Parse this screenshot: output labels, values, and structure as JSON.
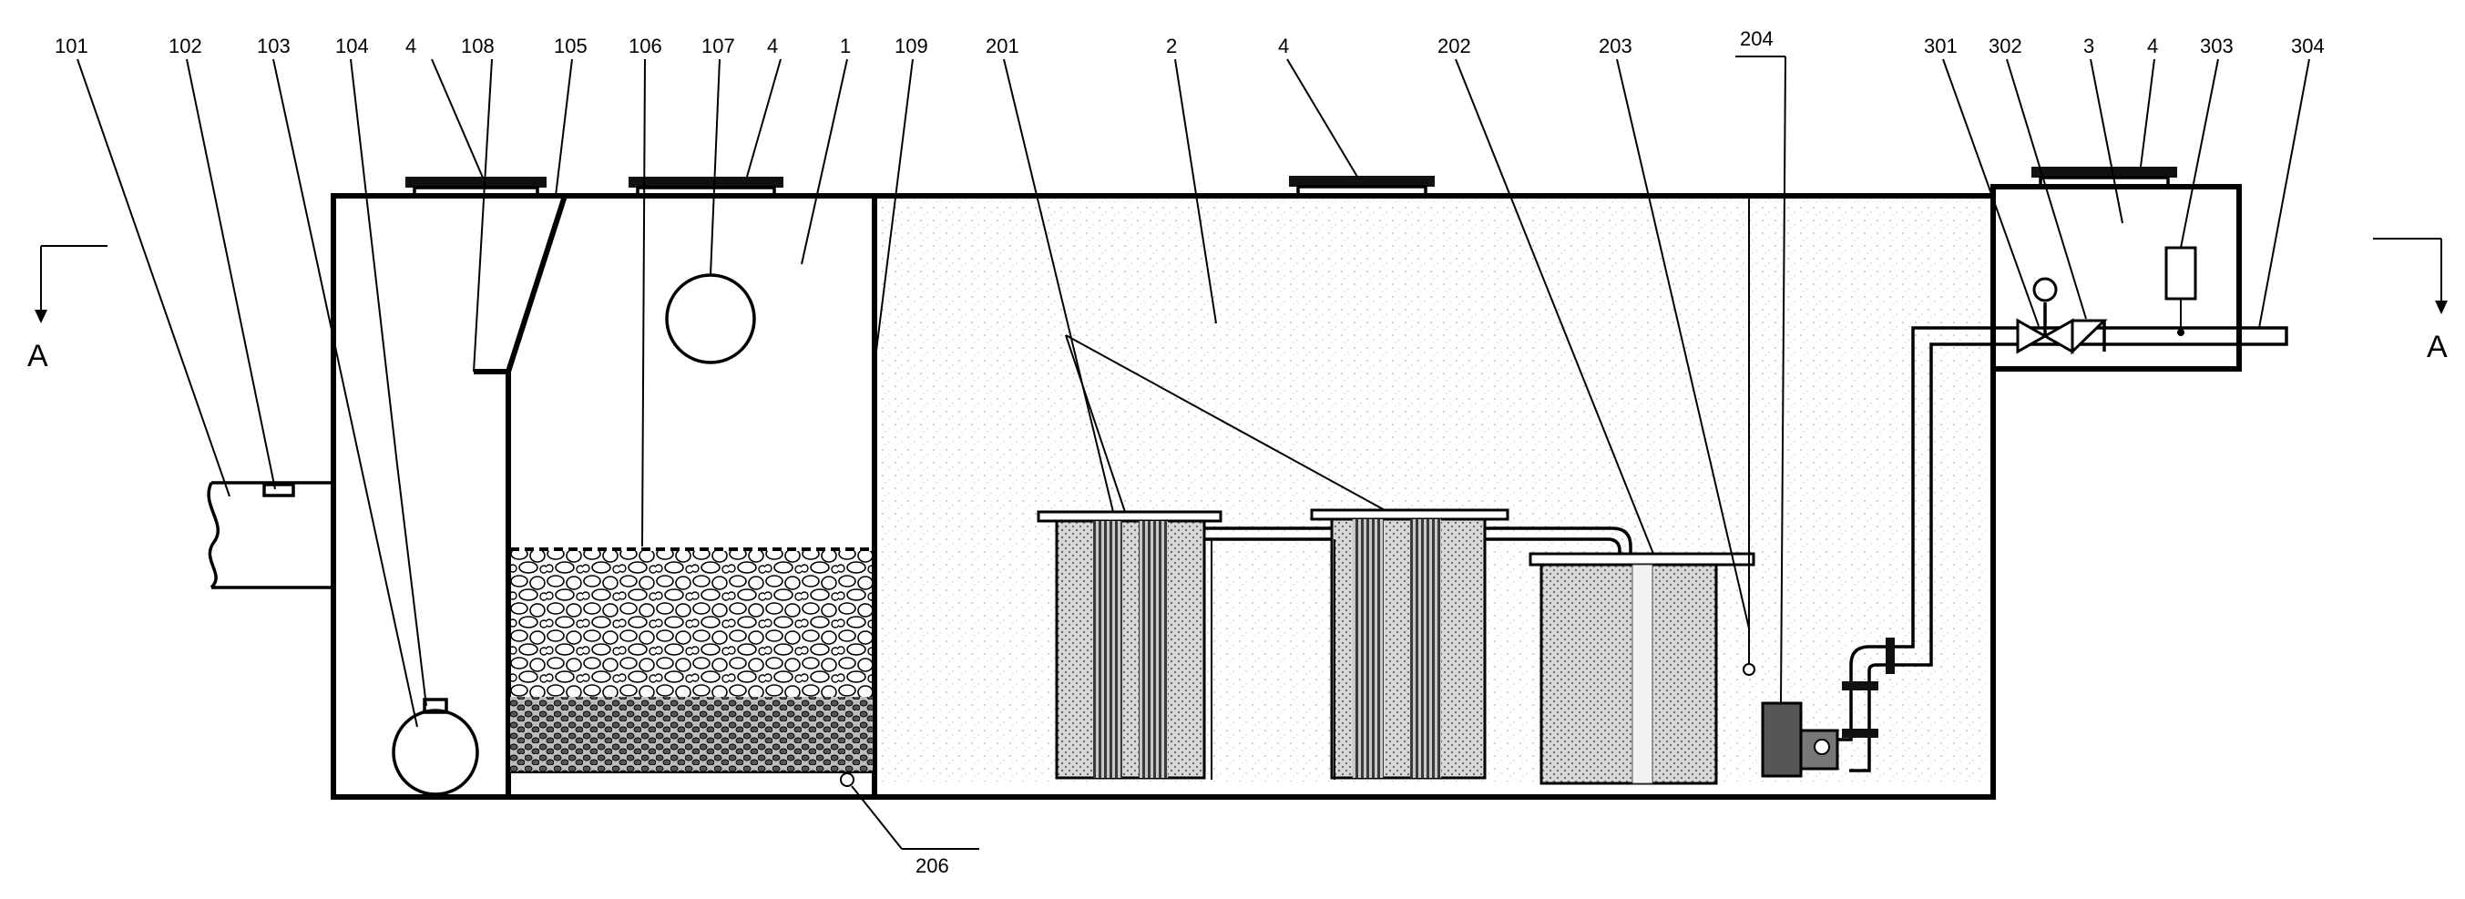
{
  "labels": {
    "l101": "101",
    "l102": "102",
    "l103": "103",
    "l104": "104",
    "l4a": "4",
    "l108": "108",
    "l105": "105",
    "l106": "106",
    "l107": "107",
    "l4b": "4",
    "l1": "1",
    "l109": "109",
    "l201": "201",
    "l2": "2",
    "l4c": "4",
    "l202": "202",
    "l203": "203",
    "l204": "204",
    "l301": "301",
    "l302": "302",
    "l3": "3",
    "l4d": "4",
    "l303": "303",
    "l304": "304",
    "l206": "206"
  },
  "section_marks": {
    "left": "A",
    "right": "A"
  }
}
